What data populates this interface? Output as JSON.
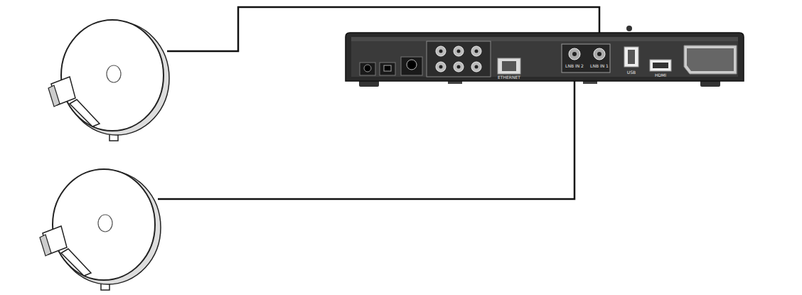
{
  "diagram": {
    "labels": [
      "LNB IN 2",
      "LNB IN 1",
      "ETHERNET",
      "USB",
      "HDMI"
    ]
  }
}
